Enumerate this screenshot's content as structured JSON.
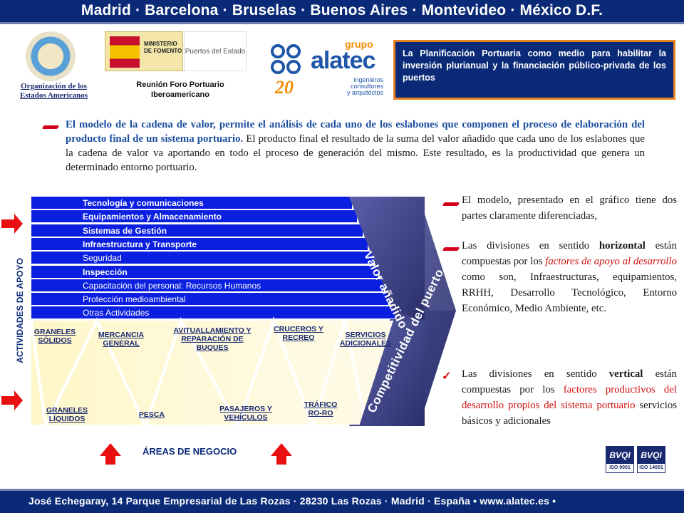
{
  "header": {
    "title": "Madrid · Barcelona · Bruselas · Buenos Aires · Montevideo · México D.F."
  },
  "logos": {
    "oea_label_line1": "Organización de los",
    "oea_label_line2": "Estados Americanos",
    "fomento_text_line1": "MINISTERIO",
    "fomento_text_line2": "DE FOMENTO",
    "puertos_text": "Puertos del Estado",
    "forum_label_line1": "Reunión Foro Portuario",
    "forum_label_line2": "Iberoamericano",
    "alatec_grupo": "grupo",
    "alatec_word": "alatec",
    "alatec_sub_line1": "ingenieros consultores",
    "alatec_sub_line2": "y arquitectos",
    "alatec_anniversary": "20"
  },
  "callout": {
    "text": "La Planificación Portuaria como medio para habilitar la inversión plurianual y la financiación público-privada de los puertos"
  },
  "intro": {
    "emphasis": "El modelo de la cadena de valor, permite el análisis de cada uno de los eslabones que componen el proceso de elaboración del producto final de un sistema portuario.",
    "rest": " El producto final el resultado de la suma del valor añadido que cada uno de los eslabones que la cadena de valor va aportando en todo el proceso de generación del mismo. Este resultado, es la productividad que genera un determinado entorno portuario."
  },
  "diagram": {
    "support_activities": [
      {
        "label": "Tecnología y comunicaciones",
        "bold": true
      },
      {
        "label": "Equipamientos y Almacenamiento",
        "bold": true
      },
      {
        "label": "Sistemas de Gestión",
        "bold": true
      },
      {
        "label": "Infraestructura y Transporte",
        "bold": true
      },
      {
        "label": "Seguridad",
        "bold": false
      },
      {
        "label": "Inspección",
        "bold": true
      },
      {
        "label": "Capacitación del personal: Recursos Humanos",
        "bold": false
      },
      {
        "label": "Protección medioambiental",
        "bold": false
      },
      {
        "label": "Otras Actividades",
        "bold": false
      }
    ],
    "business_areas_top": [
      "GRANELES SÓLIDOS",
      "MERCANCIA GENERAL",
      "AVITUALLAMIENTO Y REPARACIÓN DE BUQUES",
      "CRUCEROS Y RECREO",
      "SERVICIOS ADICIONALES"
    ],
    "business_areas_bottom": [
      "GRANELES LÍQUIDOS",
      "PESCA",
      "PASAJEROS Y VEHÍCULOS",
      "TRÁFICO RO-RO"
    ],
    "arrow_text_upper": "Valor añadido",
    "arrow_text_lower": "Competitividad del puerto",
    "side_label": "ACTIVIDADES DE APOYO",
    "bottom_label": "ÁREAS DE NEGOCIO"
  },
  "right_column": {
    "p1": "El modelo, presentado en el gráfico tiene dos partes claramente diferenciadas,",
    "p2_a": "Las divisiones en sentido ",
    "p2_bold": "horizontal",
    "p2_b": " están compuestas por los ",
    "p2_red": "factores de apoyo al desarrollo",
    "p2_c": " como son, Infraestructuras, equipamientos, RRHH, Desarrollo Tecnológico, Entorno Económico, Medio Ambiente, etc.",
    "p3_a": "Las divisiones en sentido ",
    "p3_bold": "vertical",
    "p3_b": " están compuestas por los ",
    "p3_red": "factores productivos del desarrollo propios del sistema portuario",
    "p3_c": " servicios básicos y adicionales"
  },
  "certifications": {
    "iso1": "ISO 9001",
    "iso2": "ISO 14001",
    "mark": "BVQI"
  },
  "footer": {
    "text": "José Echegaray, 14 Parque Empresarial de Las Rozas · 28230 Las Rozas · Madrid · España • www.alatec.es •"
  },
  "colors": {
    "navy": "#0a2a78",
    "bar_blue": "#0a1fe0",
    "accent_orange": "#e8821e",
    "red": "#d01010"
  }
}
